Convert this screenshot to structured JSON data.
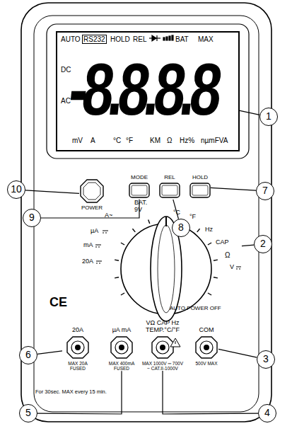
{
  "diagram": {
    "nodes": [
      {
        "text": [
          "AUTO",
          "RS232",
          "HOLD",
          "REL",
          "BAT",
          "MAX",
          "DC",
          "AC",
          "-8.8.8.8",
          "mV",
          "A",
          "°C",
          "°F",
          "KM",
          "Ω",
          "Hz%",
          "nµmFVA"
        ]
      },
      {
        "text": [
          "1"
        ]
      },
      {
        "text": [
          "10"
        ]
      },
      {
        "text": [
          "POWER"
        ]
      },
      {
        "text": [
          "9"
        ]
      },
      {
        "text": [
          "MODE"
        ]
      },
      {
        "text": [
          "REL"
        ]
      },
      {
        "text": [
          "HOLD"
        ]
      },
      {
        "text": [
          "7"
        ]
      },
      {
        "text": [
          "8"
        ]
      },
      {
        "text": [
          "A~",
          "µA",
          "mA",
          "20A",
          "BAT. 9V",
          "°C",
          "°F",
          "Hz",
          "CAP",
          "Ω",
          "V"
        ]
      },
      {
        "text": [
          "2"
        ]
      },
      {
        "text": [
          "20A",
          "MAX 20A FUSED"
        ]
      },
      {
        "text": [
          "µA mA",
          "MAX 400mA FUSED"
        ]
      },
      {
        "text": [
          "VΩ CAP Hz TEMP.°C/°F",
          "MAX 1000V ═ 700V ~ CAT.II-1000V"
        ]
      },
      {
        "text": [
          "COM",
          "500V MAX"
        ]
      },
      {
        "text": [
          "6"
        ]
      },
      {
        "text": [
          "3"
        ]
      },
      {
        "text": [
          "5"
        ]
      },
      {
        "text": [
          "4"
        ]
      }
    ],
    "edges": [
      {
        "from": 1,
        "to": 0,
        "arrow": "none"
      },
      {
        "from": 2,
        "to": 3,
        "arrow": "none"
      },
      {
        "from": 4,
        "to": 5,
        "arrow": "none"
      },
      {
        "from": 9,
        "to": 6,
        "arrow": "none"
      },
      {
        "from": 8,
        "to": 7,
        "arrow": "none"
      },
      {
        "from": 11,
        "to": 10,
        "arrow": "none"
      },
      {
        "from": 16,
        "to": 12,
        "arrow": "none"
      },
      {
        "from": 18,
        "to": 13,
        "arrow": "none"
      },
      {
        "from": 19,
        "to": 14,
        "arrow": "none"
      },
      {
        "from": 17,
        "to": 15,
        "arrow": "none"
      }
    ],
    "labels": [
      "CE",
      "AUTO POWER OFF",
      "For 30sec. MAX every 15 min."
    ]
  }
}
